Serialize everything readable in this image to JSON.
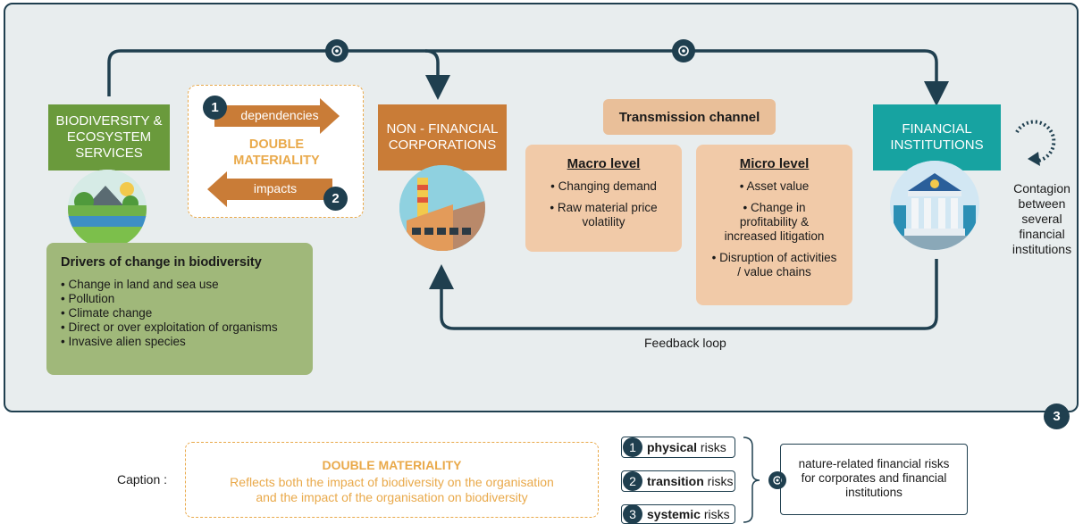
{
  "nodes": {
    "biodiversity": "BIODIVERSITY & ECOSYSTEM SERVICES",
    "non_financial": "NON - FINANCIAL CORPORATIONS",
    "financial": "FINANCIAL INSTITUTIONS"
  },
  "double_materiality": {
    "dependencies": "dependencies",
    "title": "DOUBLE MATERIALITY",
    "impacts": "impacts",
    "num1": "1",
    "num2": "2"
  },
  "drivers": {
    "title": "Drivers of change in biodiversity",
    "items": [
      "Change in land and sea use",
      "Pollution",
      "Climate change",
      "Direct or over exploitation of organisms",
      "Invasive alien species"
    ]
  },
  "transmission": {
    "title": "Transmission channel",
    "macro": {
      "title": "Macro level",
      "items": [
        "• Changing demand",
        "• Raw material price volatility"
      ]
    },
    "micro": {
      "title": "Micro level",
      "items": [
        "• Asset value",
        "• Change in profitability & increased litigation",
        "• Disruption of activities / value chains"
      ]
    }
  },
  "feedback_loop": "Feedback loop",
  "contagion": "Contagion between several financial institutions",
  "corner_number": "3",
  "caption": {
    "label": "Caption :",
    "title": "DOUBLE MATERIALITY",
    "text": "Reflects both the impact of biodiversity on the organisation and the impact of the organisation on biodiversity",
    "risks": [
      {
        "num": "1",
        "bold": "physical",
        "rest": " risks"
      },
      {
        "num": "2",
        "bold": "transition",
        "rest": " risks"
      },
      {
        "num": "3",
        "bold": "systemic",
        "rest": " risks"
      }
    ],
    "nature_text": "nature-related financial risks for corporates and financial institutions"
  },
  "colors": {
    "dark": "#1f3f4f",
    "green": "#6a9a3c",
    "orange": "#c97c37",
    "teal": "#17a3a1",
    "dashed": "#e9a94a"
  }
}
